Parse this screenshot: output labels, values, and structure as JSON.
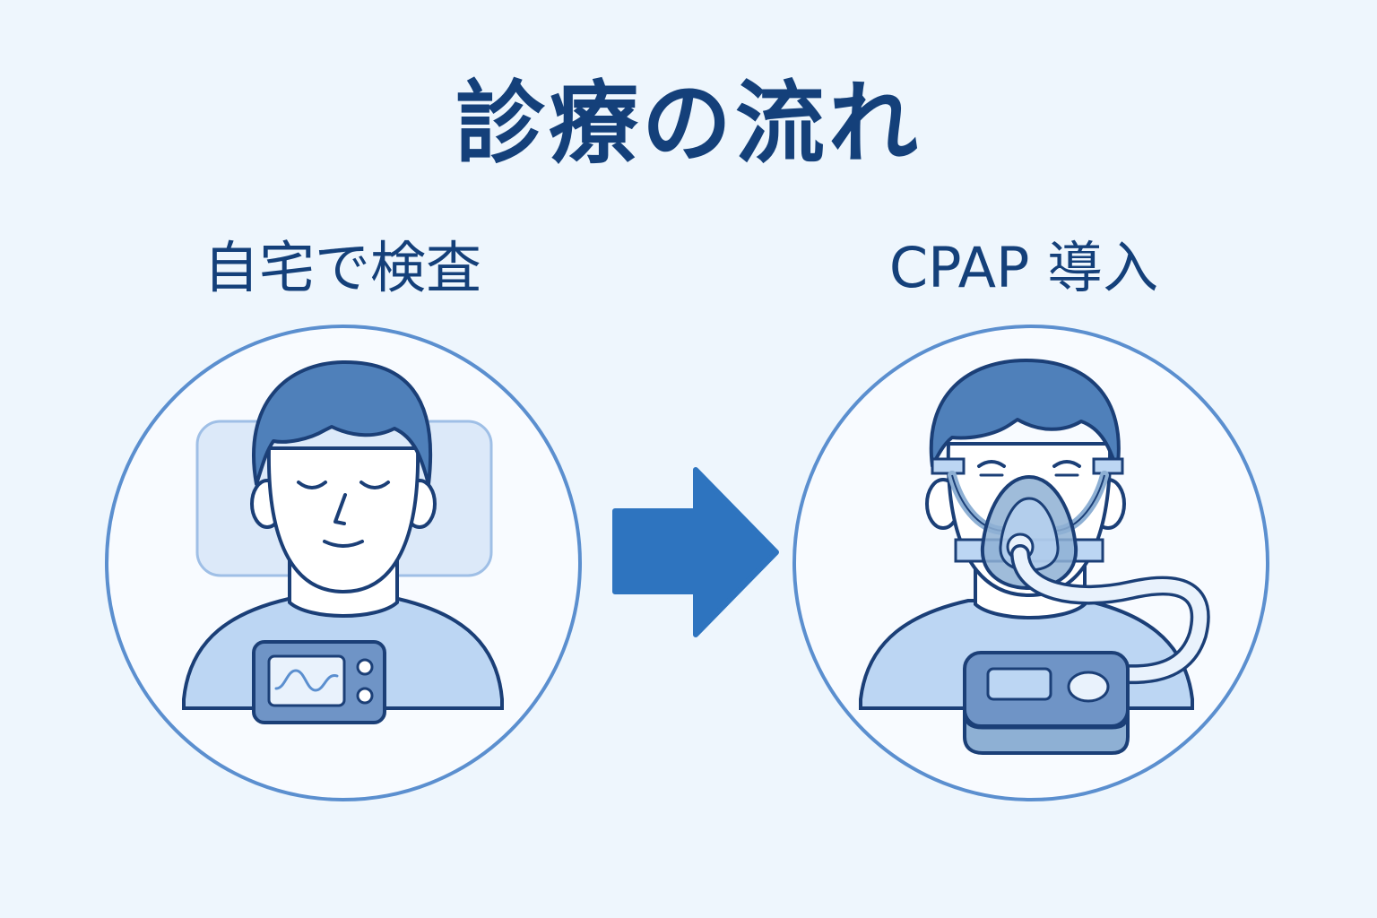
{
  "title": "診療の流れ",
  "steps": [
    {
      "label": "自宅で検査",
      "illustration": "sleeping-person-with-home-sleep-test-monitor"
    },
    {
      "label": "CPAP 導入",
      "illustration": "person-wearing-cpap-mask-with-machine"
    }
  ],
  "arrow": {
    "icon": "right-arrow-icon"
  },
  "colors": {
    "background": "#eef6fd",
    "title_text": "#14407a",
    "circle_stroke": "#5b8fcf",
    "circle_fill": "#f8fbff",
    "arrow": "#2e74bf",
    "line": "#1b3f77",
    "hair": "#4f80ba",
    "shirt": "#bcd6f3",
    "skin": "#ffffff",
    "pillow": "#dce9f9",
    "device": "#6f94c6",
    "mask": "#8eb0d4"
  }
}
